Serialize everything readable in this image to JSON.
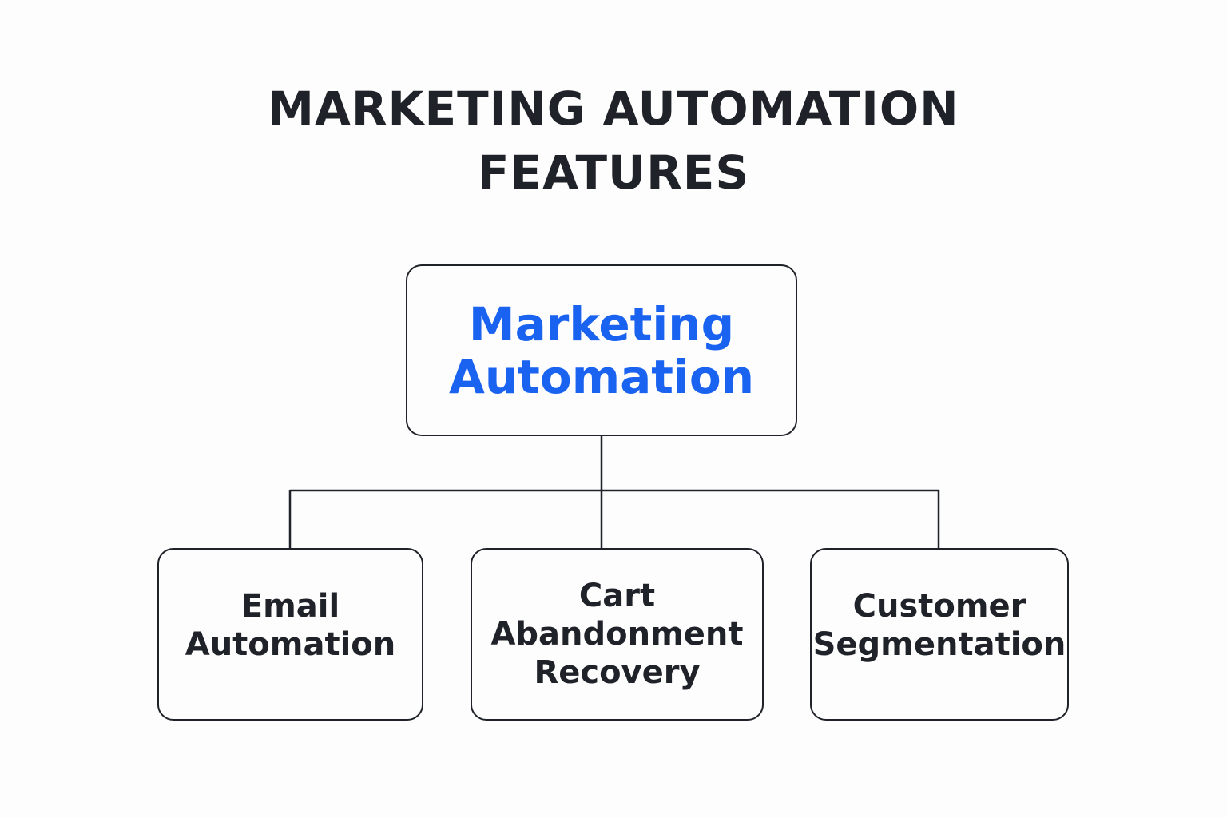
{
  "title": {
    "line1": "MARKETING AUTOMATION",
    "line2": "FEATURES"
  },
  "root": {
    "line1": "Marketing",
    "line2": "Automation",
    "color": "#1a63f0"
  },
  "children": [
    {
      "line1": "Email",
      "line2": "Automation"
    },
    {
      "line1": "Cart",
      "line2": "Abandonment",
      "line3": "Recovery"
    },
    {
      "line1": "Customer",
      "line2": "Segmentation"
    }
  ],
  "colors": {
    "text": "#1f2228",
    "accent": "#1a63f0",
    "background": "#fdfdfd"
  }
}
